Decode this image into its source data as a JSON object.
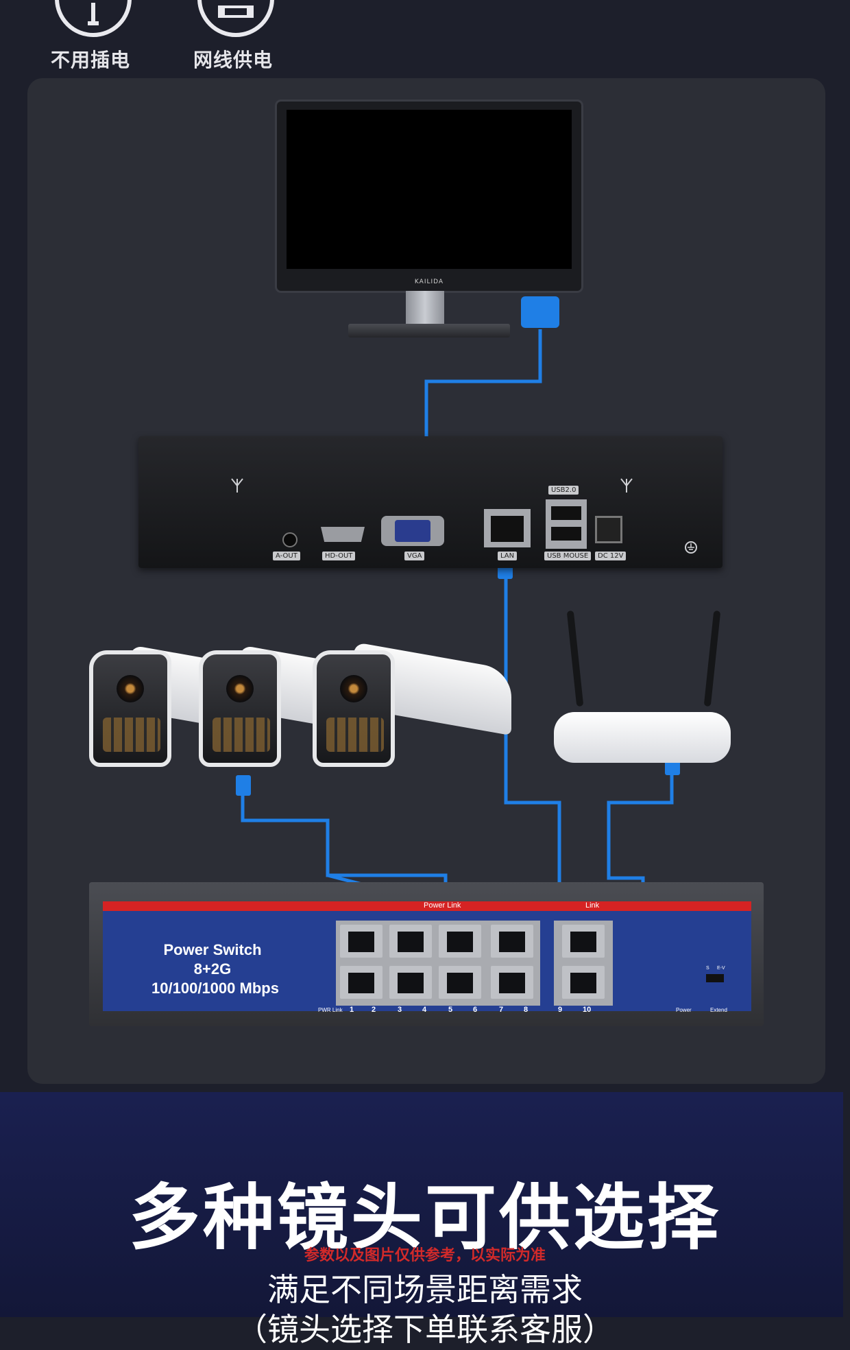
{
  "top": {
    "label_left": "不用插电",
    "label_right": "网线供电"
  },
  "monitor": {
    "brand": "KAILIDA"
  },
  "nvr": {
    "ports": {
      "audio_out": "A-OUT",
      "hd_out": "HD-OUT",
      "vga": "VGA",
      "lan": "LAN",
      "usb_top": "USB2.0",
      "usb_mouse": "USB MOUSE",
      "dc": "DC 12V"
    }
  },
  "switch": {
    "title": "Power Switch",
    "ports_desc": "8+2G",
    "speed": "10/100/1000 Mbps",
    "power_link": "Power Link",
    "link": "Link",
    "port_numbers": [
      "1",
      "2",
      "3",
      "4",
      "5",
      "6",
      "7",
      "8",
      "9",
      "10"
    ],
    "pwr_link_label": "PWR Link",
    "power_label": "Power",
    "extend_label": "Extend",
    "switch_labels": [
      "S",
      "E-V"
    ]
  },
  "bottom": {
    "headline": "多种镜头可供选择",
    "note": "参数以及图片仅供参考，以实际为准",
    "subtitle": "满足不同场景距离需求",
    "subtitle2": "（镜头选择下单联系客服）"
  },
  "colors": {
    "background": "#1d1f2b",
    "panel": "#2c2e36",
    "cable": "#1f7fe6",
    "switch_face": "#253f92",
    "switch_stripe": "#d52323",
    "note": "#d22a2a",
    "bottom_band": "#1a2050"
  },
  "icons": [
    "unplug-power-icon",
    "ethernet-power-icon"
  ]
}
